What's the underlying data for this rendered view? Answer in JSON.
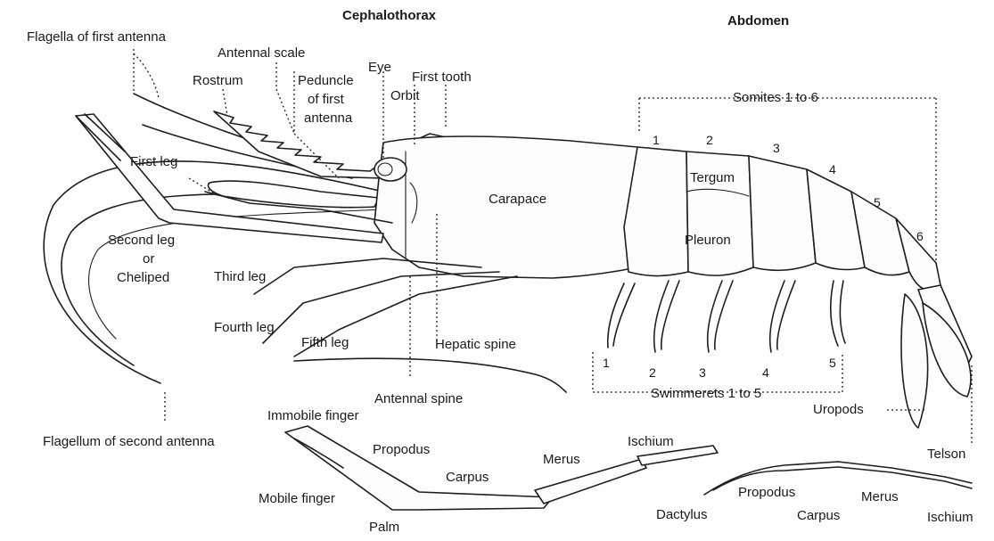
{
  "headers": {
    "cephalothorax": "Cephalothorax",
    "abdomen": "Abdomen"
  },
  "labels": {
    "flagella_first_antenna": "Flagella of first antenna",
    "antennal_scale": "Antennal scale",
    "rostrum": "Rostrum",
    "peduncle_1": "Peduncle",
    "peduncle_2": "of first",
    "peduncle_3": "antenna",
    "eye": "Eye",
    "first_tooth": "First tooth",
    "orbit": "Orbit",
    "somites": "Somites 1 to 6",
    "carapace": "Carapace",
    "tergum": "Tergum",
    "pleuron": "Pleuron",
    "first_leg": "First leg",
    "second_leg_1": "Second leg",
    "second_leg_2": "or",
    "second_leg_3": "Cheliped",
    "third_leg": "Third leg",
    "fourth_leg": "Fourth leg",
    "fifth_leg": "Fifth leg",
    "hepatic_spine": "Hepatic spine",
    "antennal_spine": "Antennal spine",
    "flagellum_second_antenna": "Flagellum of second antenna",
    "swimmerets": "Swimmerets 1 to 5",
    "uropods": "Uropods",
    "telson": "Telson",
    "immobile_finger": "Immobile finger",
    "propodus": "Propodus",
    "ischium": "Ischium",
    "merus": "Merus",
    "carpus": "Carpus",
    "mobile_finger": "Mobile finger",
    "palm": "Palm",
    "dactylus": "Dactylus",
    "propodus_2": "Propodus",
    "carpus_2": "Carpus",
    "merus_2": "Merus",
    "ischium_2": "Ischium"
  },
  "somite_numbers": [
    "1",
    "2",
    "3",
    "4",
    "5",
    "6"
  ],
  "swimmeret_numbers": [
    "1",
    "2",
    "3",
    "4",
    "5"
  ]
}
